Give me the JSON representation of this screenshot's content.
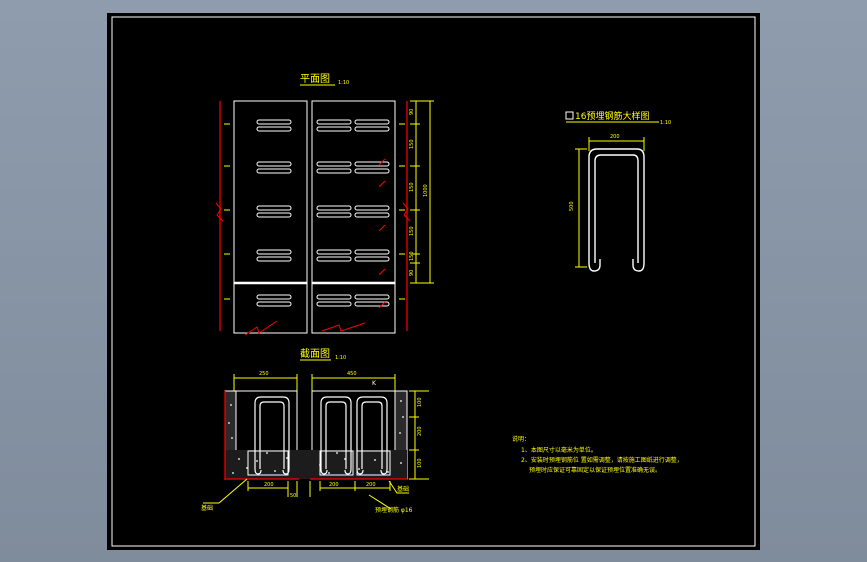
{
  "drawing": {
    "plan_view": {
      "title": "平面图",
      "scale": "1:10"
    },
    "section_view": {
      "title": "截面图",
      "scale": "1:10"
    },
    "detail_view": {
      "title": "16预埋钢筋大样图",
      "scale": "1:10",
      "dim_width": "200",
      "dim_height": "500"
    },
    "plan_dims": [
      "90",
      "150",
      "150",
      "150",
      "150",
      "90"
    ],
    "plan_total_dim": "1000",
    "section_dims": {
      "left_top": "250",
      "right_top": "450",
      "bottom_left": "200",
      "bottom_mid": "200",
      "bottom_right": "200",
      "small_left": "50",
      "right_side": [
        "100",
        "200",
        "100"
      ]
    },
    "labels": {
      "left_callout": "基础",
      "right_callout": "基础",
      "bottom_callout": "预埋钢筋 φ16"
    },
    "notes": {
      "heading": "说明：",
      "lines": [
        "1、本图尺寸以毫米为单位。",
        "2、安装时预埋钢筋位 置如需调整，请按施工图纸进行调整，",
        "预埋时应保证可靠固定以保证预埋位置准确无误。"
      ]
    },
    "colors": {
      "background": "#000000",
      "outline": "#ffffff",
      "dimension": "#ffff00",
      "cut_line": "#ff0000",
      "window": "#8e9cad"
    }
  }
}
